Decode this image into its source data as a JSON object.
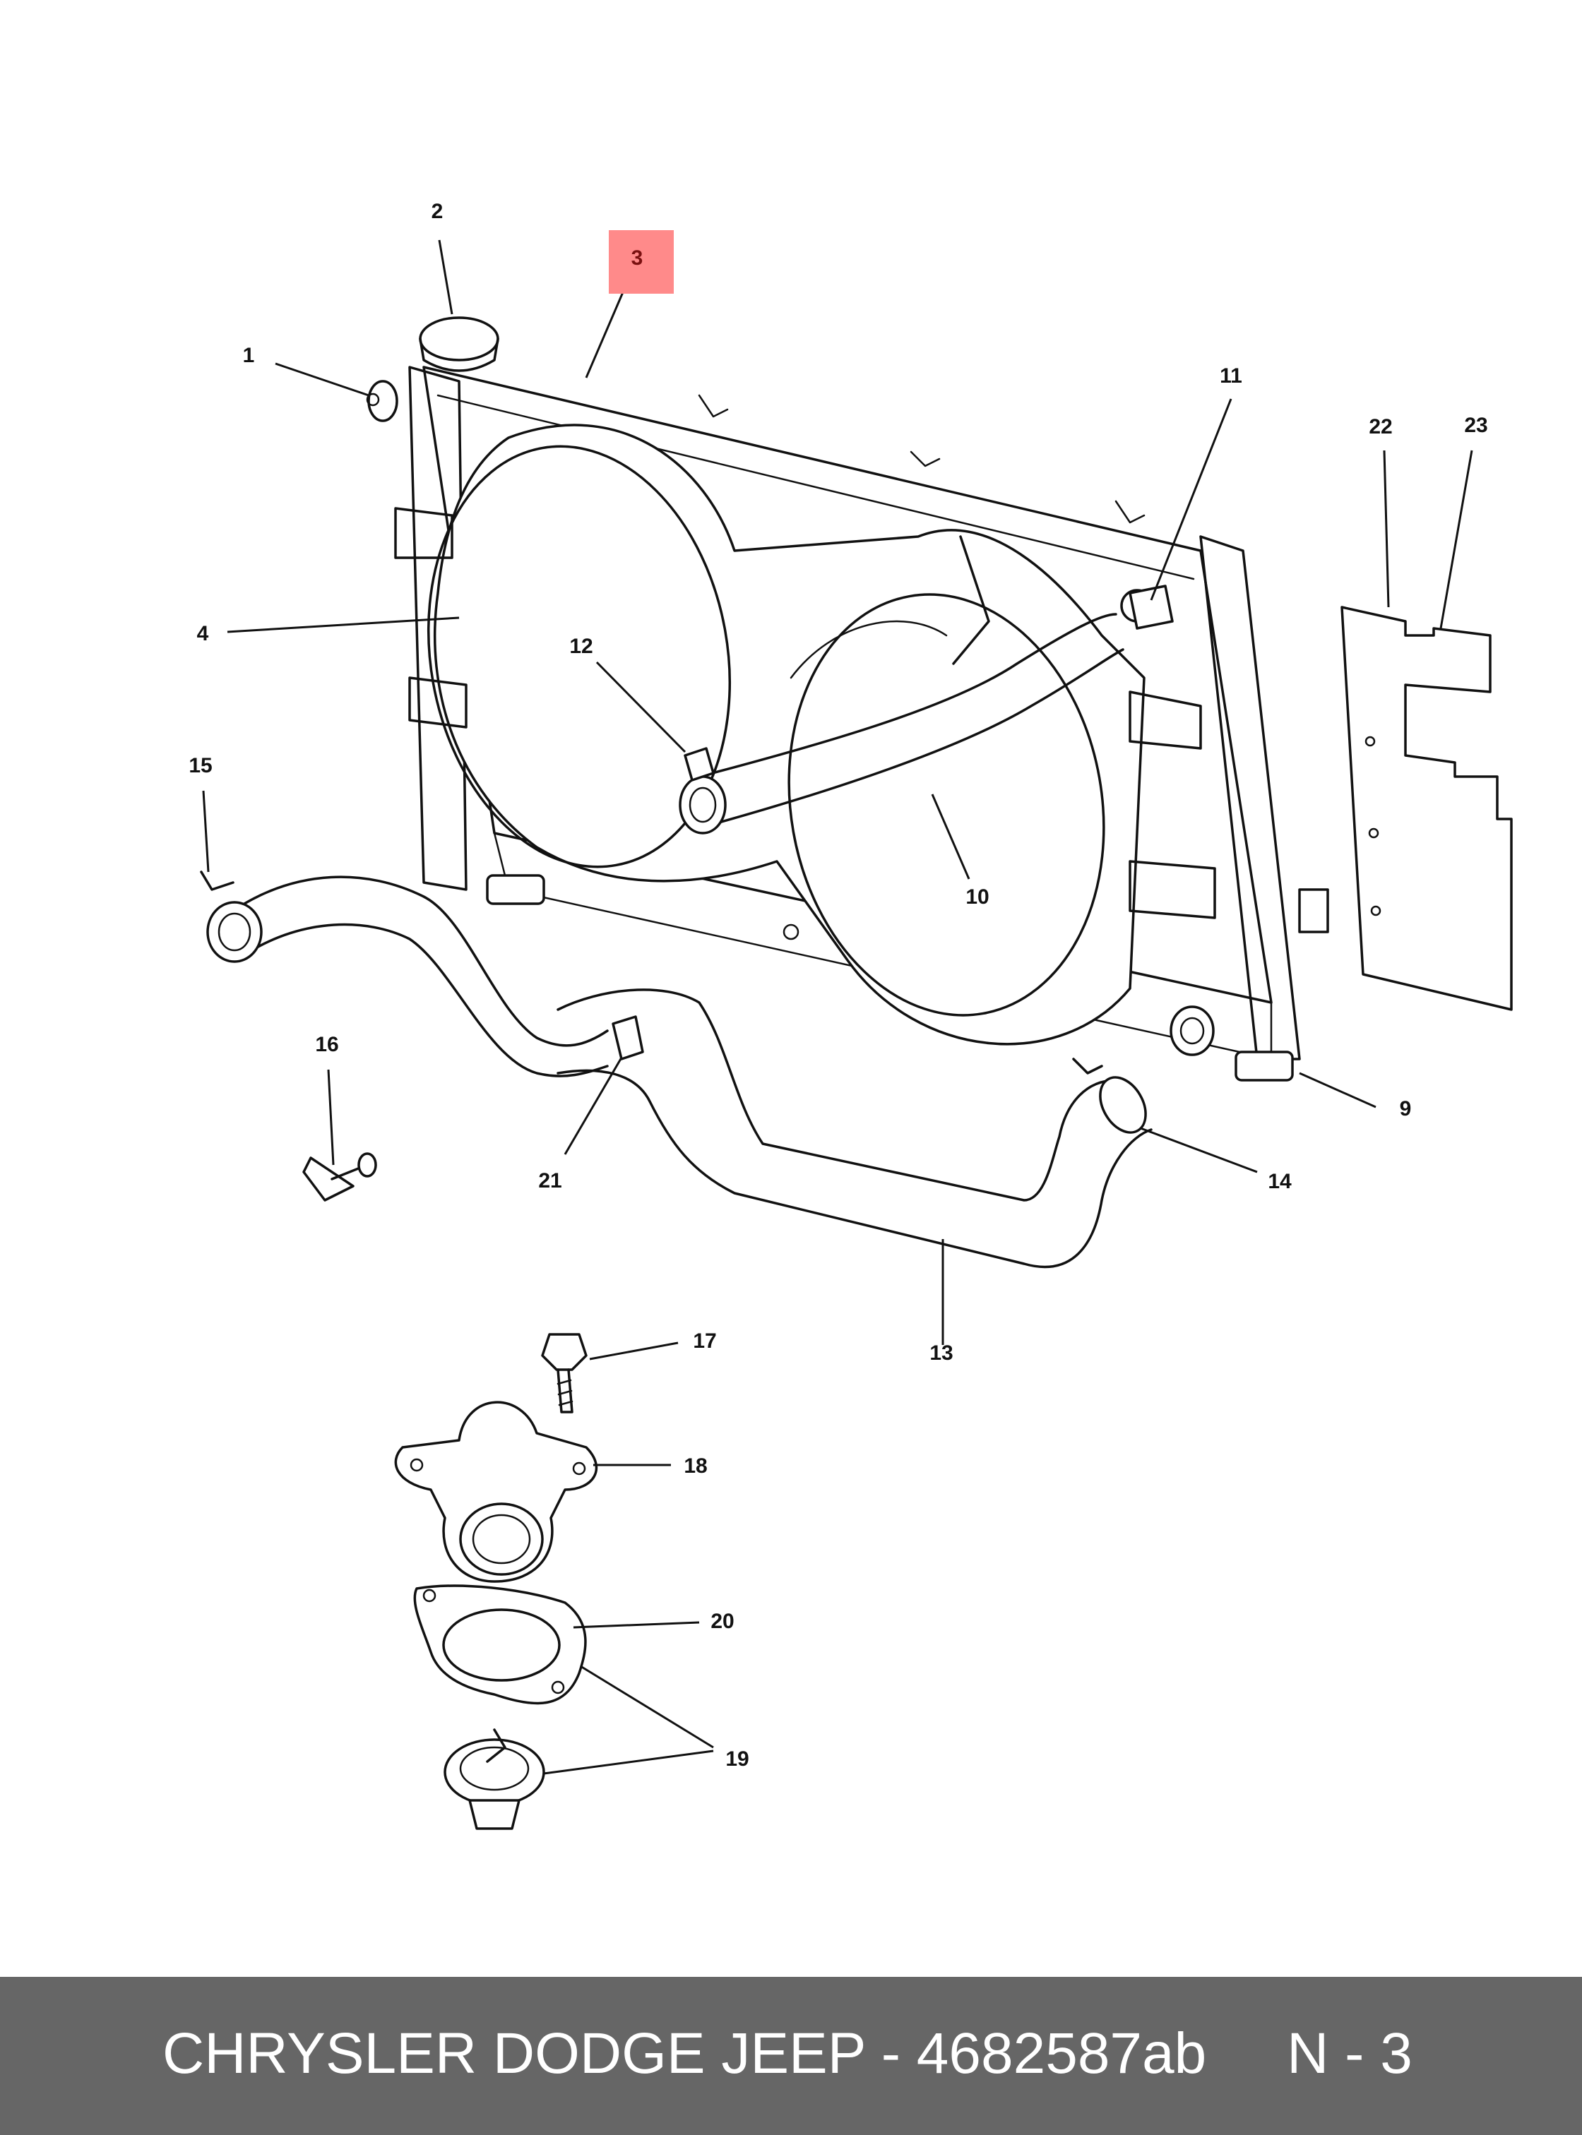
{
  "callouts": [
    "1",
    "2",
    "3",
    "4",
    "9",
    "10",
    "11",
    "12",
    "13",
    "14",
    "15",
    "16",
    "17",
    "18",
    "19",
    "20",
    "21",
    "22",
    "23"
  ],
  "highlight": {
    "label": "3",
    "color": "#ff8a8a"
  },
  "footer": {
    "text": "CHRYSLER DODGE JEEP - 4682587ab     N - 3",
    "background": "#666666"
  }
}
